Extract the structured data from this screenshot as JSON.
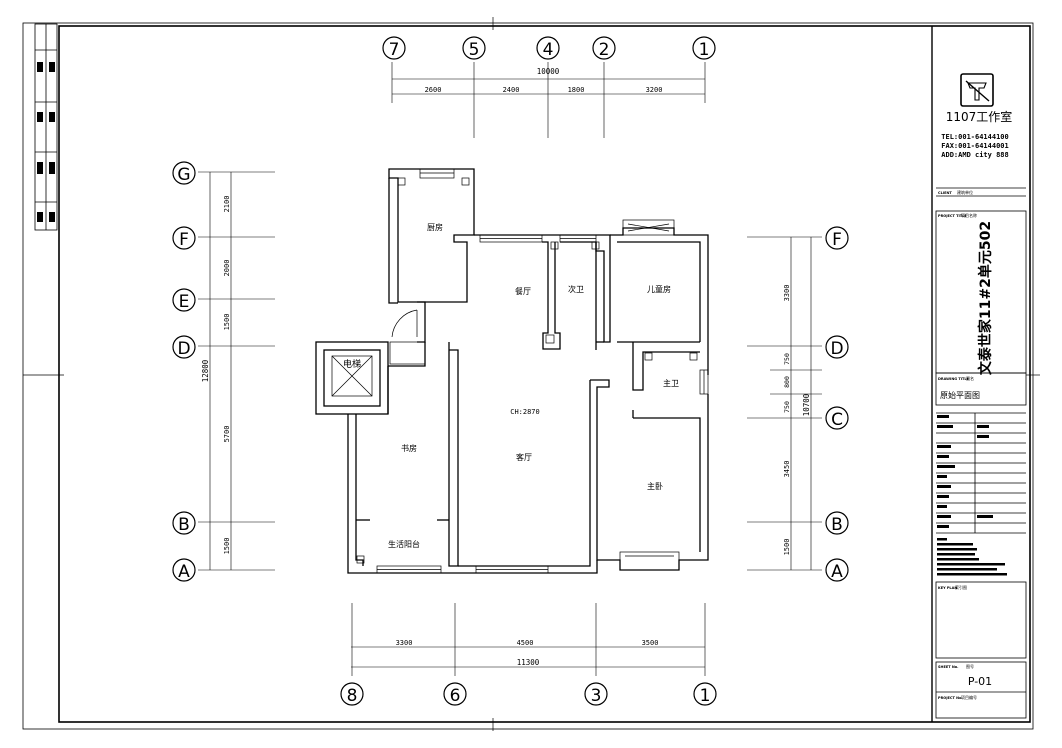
{
  "grid_axes": {
    "top": [
      "7",
      "5",
      "4",
      "2",
      "1"
    ],
    "bottom": [
      "8",
      "6",
      "3",
      "1"
    ],
    "left": [
      "G",
      "F",
      "E",
      "D",
      "B",
      "A"
    ],
    "right": [
      "F",
      "D",
      "C",
      "B",
      "A"
    ]
  },
  "dimensions": {
    "top_total": "10000",
    "top_segments": [
      "2600",
      "2400",
      "1800",
      "3200"
    ],
    "bottom_total": "11300",
    "bottom_segments": [
      "3300",
      "4500",
      "3500"
    ],
    "left_total": "12800",
    "left_segments": [
      "2100",
      "2000",
      "1500",
      "5700",
      "1500"
    ],
    "right_total": "10700",
    "right_segments": [
      "3300",
      "750",
      "800",
      "750",
      "3450",
      "1500"
    ]
  },
  "rooms": {
    "kitchen": "厨房",
    "dining": "餐厅",
    "second_bath": "次卫",
    "kids_room": "儿童房",
    "elevator": "电梯",
    "master_bath": "主卫",
    "ceiling_height": "CH:2870",
    "study": "书房",
    "living": "客厅",
    "master_bedroom": "主卧",
    "balcony": "生活阳台"
  },
  "title_block": {
    "studio_name": "1107工作室",
    "tel": "TEL:001-64144100",
    "fax": "FAX:001-64144001",
    "addr": "ADD:AMD city 888",
    "client_label": "CLIENT",
    "client_value": "建筑单位",
    "project_title_label": "PROJECT TITLE",
    "project_title_label_value": "项目名称",
    "project_name": "文泰世家11#2单元502",
    "drawing_title_label": "DRAWING TITLE",
    "drawing_title_label_value": "图名",
    "drawing_title": "原始平面图",
    "drawing_no_label": "SHEET No.",
    "drawing_no_label_value": "图号",
    "drawing_no": "P-01",
    "project_no_label": "PROJECT No.",
    "project_no_label_value": "项目编号",
    "key_plan_label": "KEY PLAN",
    "key_plan_value": "索引图"
  }
}
